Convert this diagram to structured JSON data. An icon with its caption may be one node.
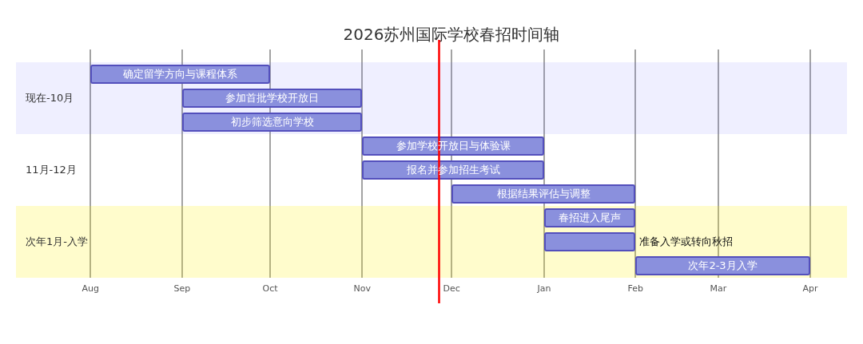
{
  "diagram": {
    "title": "2026苏州国际学校春招时间轴",
    "nodes": [
      {
        "text": [
          "现在-10月"
        ]
      },
      {
        "text": [
          "确定留学方向与课程体系"
        ],
        "in": 0
      },
      {
        "text": [
          "参加首批学校开放日"
        ],
        "in": 0
      },
      {
        "text": [
          "初步筛选意向学校"
        ],
        "in": 0
      },
      {
        "text": [
          "11月-12月"
        ]
      },
      {
        "text": [
          "参加学校开放日与体验课"
        ],
        "in": 4
      },
      {
        "text": [
          "报名并参加招生考试"
        ],
        "in": 4
      },
      {
        "text": [
          "根据结果评估与调整"
        ],
        "in": 4
      },
      {
        "text": [
          "次年1月-入学"
        ]
      },
      {
        "text": [
          "春招进入尾声"
        ],
        "in": 8
      },
      {
        "text": [
          "准备入学或转向秋招"
        ],
        "in": 8
      },
      {
        "text": [
          "次年2-3月入学"
        ],
        "in": 8
      }
    ],
    "labels": [
      "Aug",
      "Sep",
      "Oct",
      "Nov",
      "Dec",
      "Jan",
      "Feb",
      "Mar",
      "Apr"
    ]
  }
}
